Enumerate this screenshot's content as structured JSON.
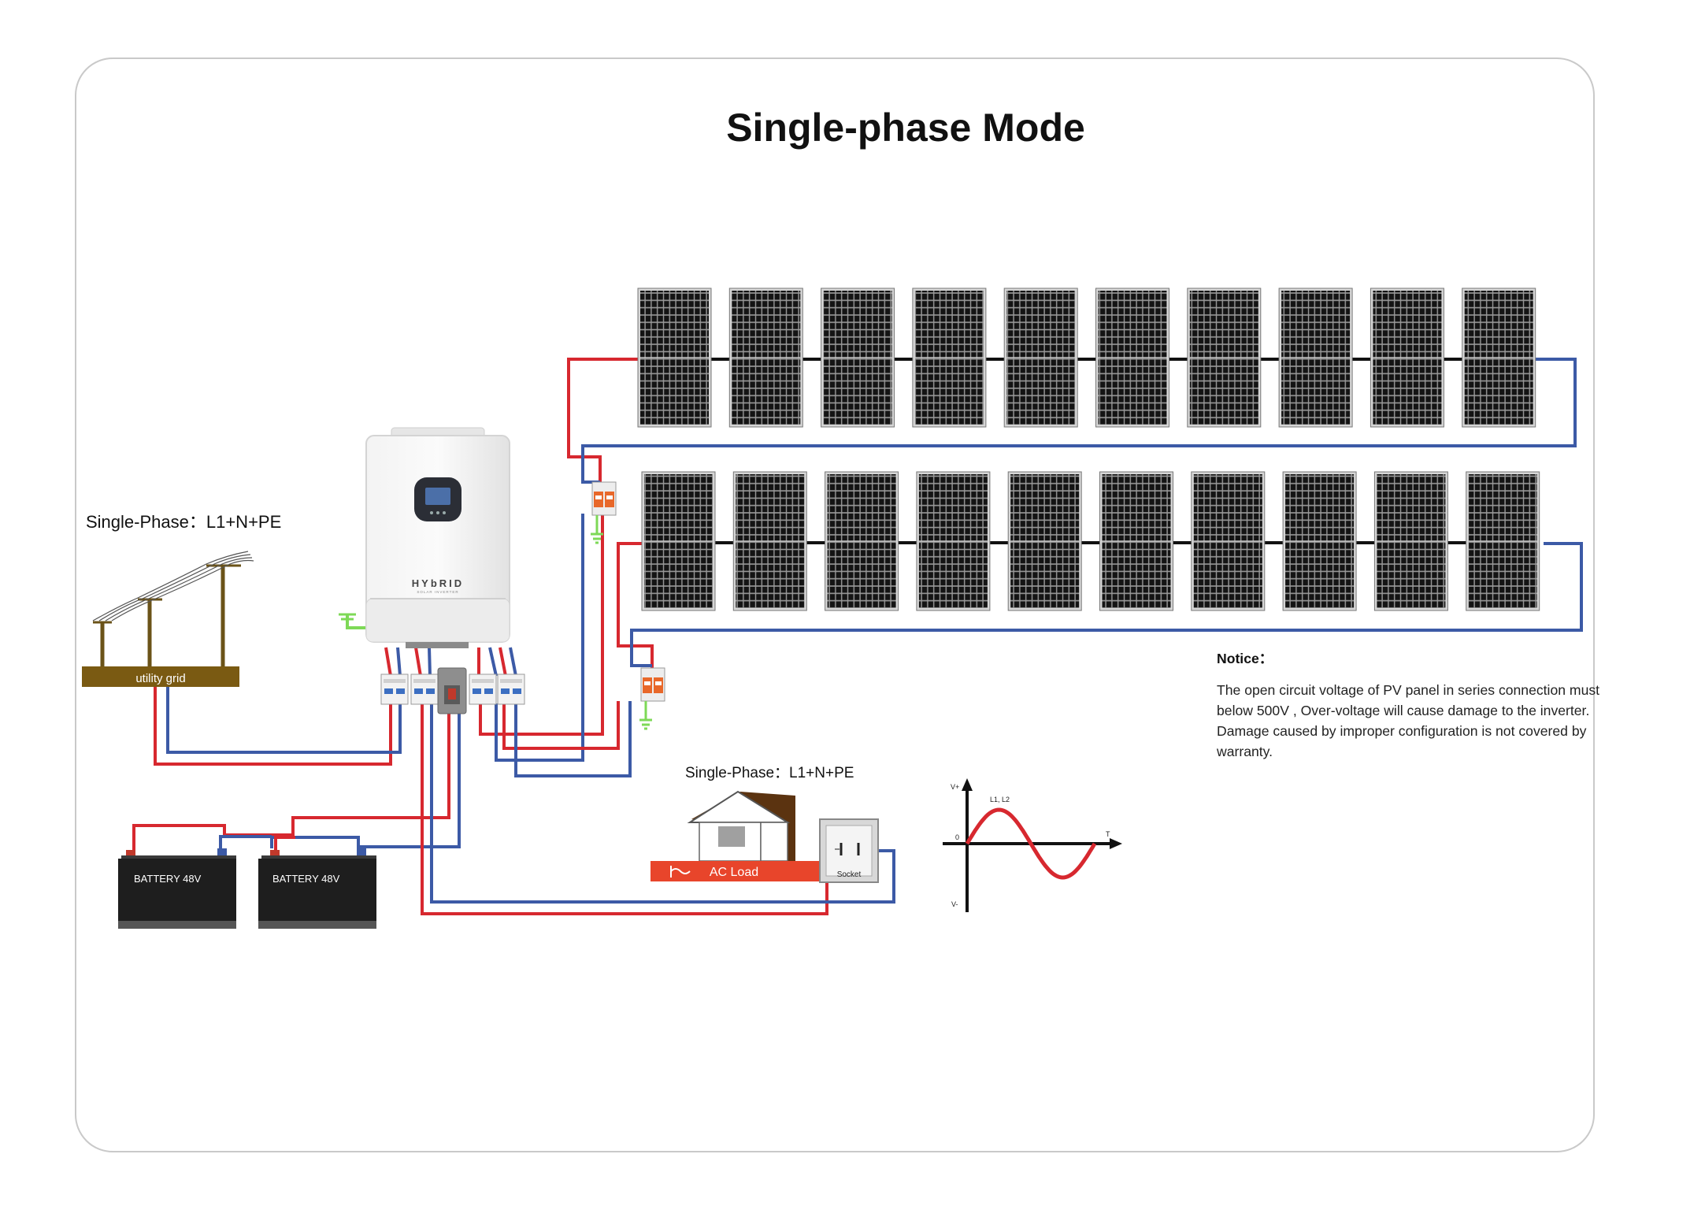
{
  "title": "Single-phase Mode",
  "labels": {
    "grid_phase": "Single-Phase：L1+N+PE",
    "load_phase": "Single-Phase：L1+N+PE",
    "utility_grid": "utility grid",
    "ac_load": "AC Load",
    "socket": "Socket",
    "battery_1": "BATTERY 48V",
    "battery_2": "BATTERY 48V",
    "inverter_brand": "HYbRID",
    "inverter_sub": "SOLAR INVERTER"
  },
  "waveform": {
    "v_plus": "V+",
    "v_minus": "V-",
    "zero": "0",
    "t": "T",
    "series": "L1, L2"
  },
  "notice": {
    "title": "Notice：",
    "text": "The open circuit voltage of PV panel in series connection must below 500V , Over-voltage will cause damage to the inverter. Damage caused by improper configuration is not covered by warranty."
  },
  "colors": {
    "positive_wire": "#d7282f",
    "negative_wire": "#3c5aa6",
    "ground_wire": "#7ed957",
    "panel_cell": "#151515",
    "battery": "#1e1e1e",
    "grid_bar": "#7a5a12",
    "ac_load_bar": "#e8452b",
    "breaker_orange": "#e8682a"
  },
  "solar_array": {
    "strings": 2,
    "panels_per_string": 10
  }
}
